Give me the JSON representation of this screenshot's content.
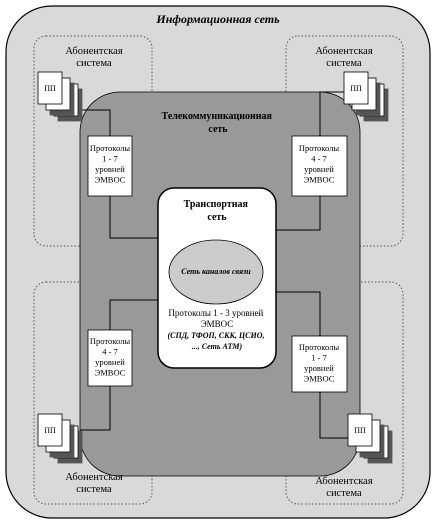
{
  "title": "Информационная сеть",
  "telecom_network": "Телекоммуникационная сеть",
  "transport_network": "Транспортная сеть",
  "channel_network": "Сеть каналов связи",
  "transport_protocols": "Протоколы  1 - 3 уровней ЭМВОС",
  "transport_examples": "(СПД, ТФОП, СКК, ЦСИО, ..., Сеть АТМ)",
  "subscriber_system": "Абонентская система",
  "pp_label": "ПП",
  "protocols_1_7": "Протоколы 1 - 7 уровней ЭМВОС",
  "protocols_4_7": "Протоколы 4 - 7 уровней ЭМВОС",
  "colors": {
    "outer_fill": "#d9d9d9",
    "telecom_fill": "#999999",
    "box_fill": "#ffffff",
    "ellipse_fill": "#cccccc",
    "stroke": "#000000"
  }
}
